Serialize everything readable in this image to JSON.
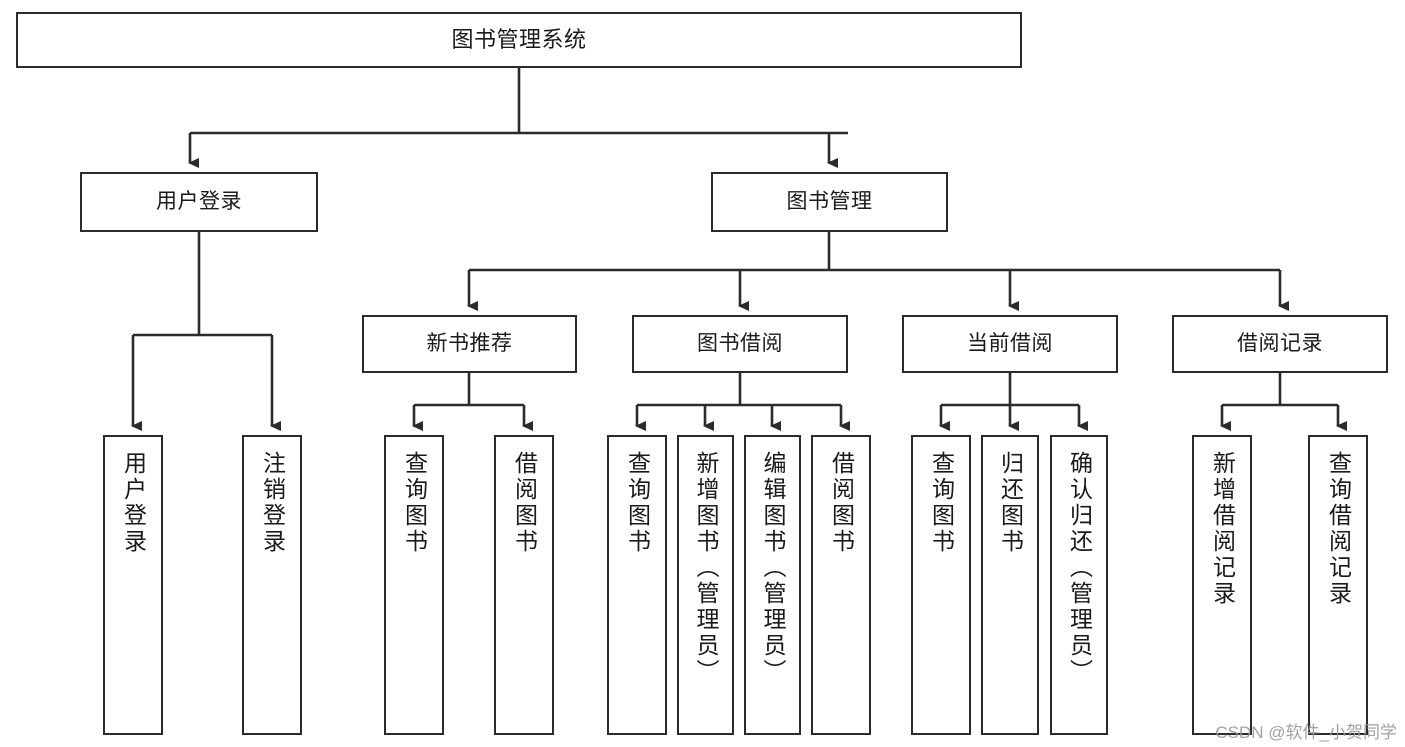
{
  "diagram": {
    "title": "图书管理系统",
    "type": "tree-hierarchy",
    "root": {
      "label": "图书管理系统"
    },
    "level2": [
      {
        "label": "用户登录"
      },
      {
        "label": "图书管理"
      }
    ],
    "level3": [
      {
        "label": "新书推荐"
      },
      {
        "label": "图书借阅"
      },
      {
        "label": "当前借阅"
      },
      {
        "label": "借阅记录"
      }
    ],
    "leaves": {
      "user_login": [
        {
          "label": "用户登录"
        },
        {
          "label": "注销登录"
        }
      ],
      "new_book_recommend": [
        {
          "label": "查询图书"
        },
        {
          "label": "借阅图书"
        }
      ],
      "book_borrow": [
        {
          "label": "查询图书"
        },
        {
          "label": "新增图书（管理员）"
        },
        {
          "label": "编辑图书（管理员）"
        },
        {
          "label": "借阅图书"
        }
      ],
      "current_borrow": [
        {
          "label": "查询图书"
        },
        {
          "label": "归还图书"
        },
        {
          "label": "确认归还（管理员）"
        }
      ],
      "borrow_record": [
        {
          "label": "新增借阅记录"
        },
        {
          "label": "查询借阅记录"
        }
      ]
    }
  },
  "watermark": {
    "text": "CSDN @软件_小贺同学"
  },
  "colors": {
    "stroke": "#2b2b2b",
    "fill": "#ffffff",
    "text": "#1a1a1a",
    "watermark": "#9a9a9a"
  }
}
